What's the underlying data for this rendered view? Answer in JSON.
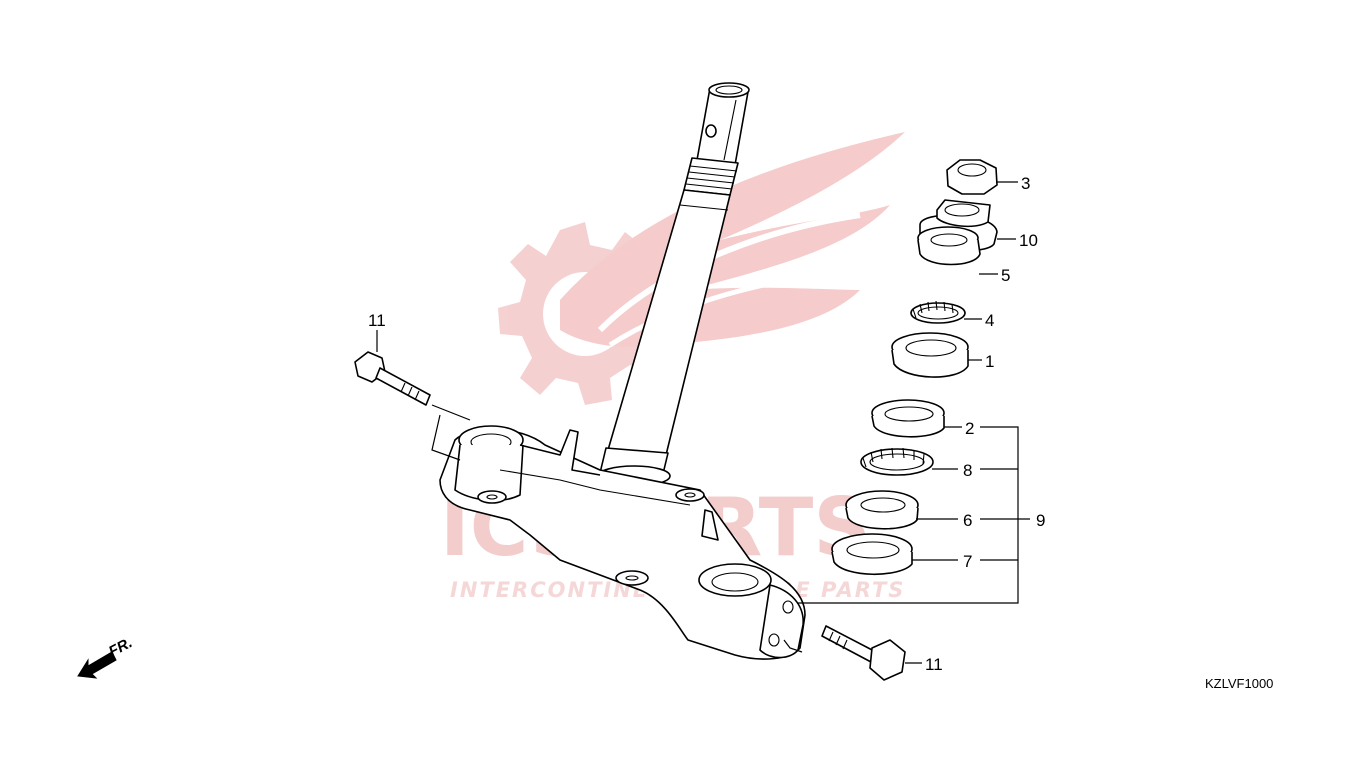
{
  "diagram": {
    "code": "KZLVF1000",
    "direction_label": "FR.",
    "watermark": {
      "brand": "ICSPARTS",
      "subtitle": "INTERCONTINENTAL SPARE PARTS"
    },
    "callouts": [
      {
        "id": "callout-3",
        "number": "3",
        "part": "lock-nut"
      },
      {
        "id": "callout-10",
        "number": "10",
        "part": "adjusting-nut"
      },
      {
        "id": "callout-5",
        "number": "5",
        "part": "upper-bearing-cone"
      },
      {
        "id": "callout-4",
        "number": "4",
        "part": "steel-ball-retainer"
      },
      {
        "id": "callout-1",
        "number": "1",
        "part": "upper-bearing-race"
      },
      {
        "id": "callout-2",
        "number": "2",
        "part": "lower-bearing-race"
      },
      {
        "id": "callout-8",
        "number": "8",
        "part": "lower-ball-retainer"
      },
      {
        "id": "callout-6",
        "number": "6",
        "part": "lower-bearing-cone"
      },
      {
        "id": "callout-7",
        "number": "7",
        "part": "dust-seal"
      },
      {
        "id": "callout-9",
        "number": "9",
        "part": "bearing-set"
      },
      {
        "id": "callout-11a",
        "number": "11",
        "part": "flange-bolt"
      },
      {
        "id": "callout-11b",
        "number": "11",
        "part": "flange-bolt"
      }
    ]
  }
}
